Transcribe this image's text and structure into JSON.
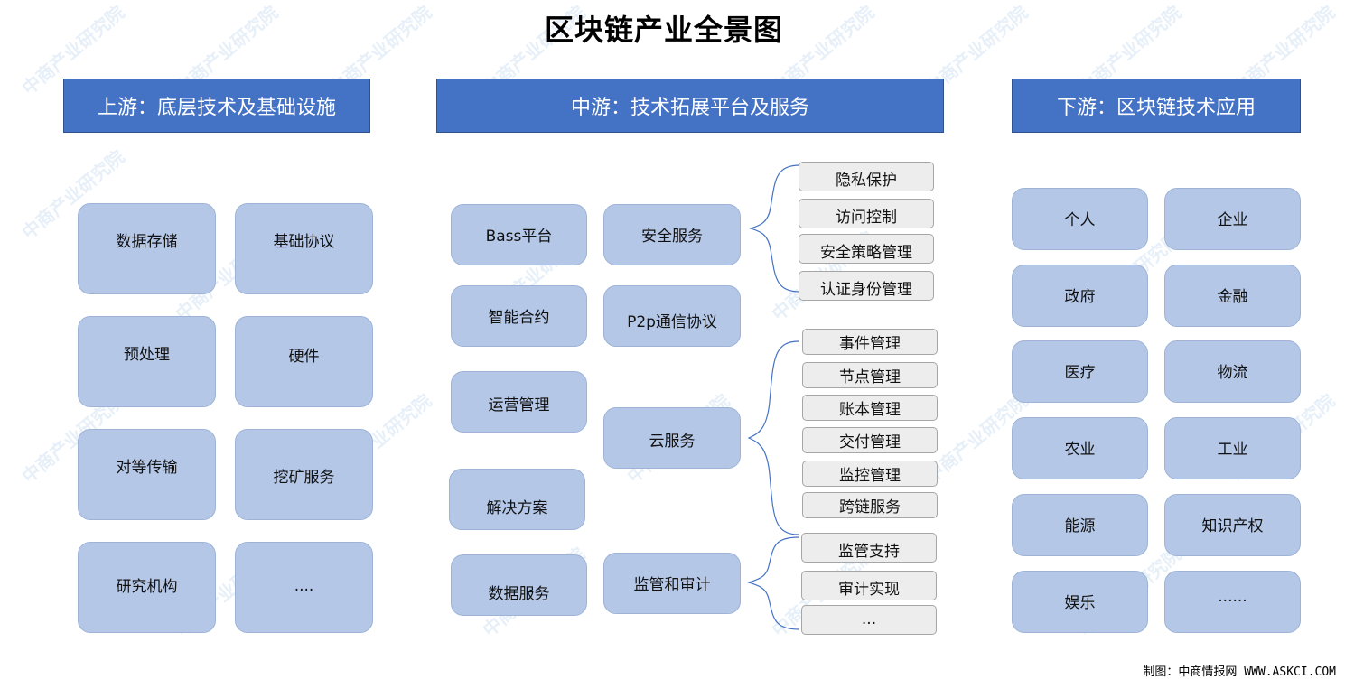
{
  "title": "区块链产业全景图",
  "colors": {
    "header_bg": "#4472C4",
    "box_bg": "#B4C7E7",
    "sub_bg": "#EDEDED",
    "brace": "#4472C4"
  },
  "upstream": {
    "header": "上游：底层技术及基础设施",
    "items": [
      "数据存储",
      "基础协议",
      "预处理",
      "硬件",
      "对等传输",
      "挖矿服务",
      "研究机构",
      "...."
    ]
  },
  "midstream": {
    "header": "中游：技术拓展平台及服务",
    "left_items": [
      "Bass平台",
      "智能合约",
      "运营管理",
      "解决方案",
      "数据服务"
    ],
    "services": [
      {
        "label": "安全服务",
        "children": [
          "隐私保护",
          "访问控制",
          "安全策略管理",
          "认证身份管理"
        ]
      },
      {
        "label": "P2p通信协议",
        "children": []
      },
      {
        "label": "云服务",
        "children": [
          "事件管理",
          "节点管理",
          "账本管理",
          "交付管理",
          "监控管理",
          "跨链服务"
        ]
      },
      {
        "label": "监管和审计",
        "children": [
          "监管支持",
          "审计实现",
          "..."
        ]
      }
    ]
  },
  "downstream": {
    "header": "下游：区块链技术应用",
    "items": [
      "个人",
      "企业",
      "政府",
      "金融",
      "医疗",
      "物流",
      "农业",
      "工业",
      "能源",
      "知识产权",
      "娱乐",
      "......"
    ]
  },
  "watermark_text": "中商产业研究院",
  "footer": "制图：中商情报网 WWW.ASKCI.COM"
}
